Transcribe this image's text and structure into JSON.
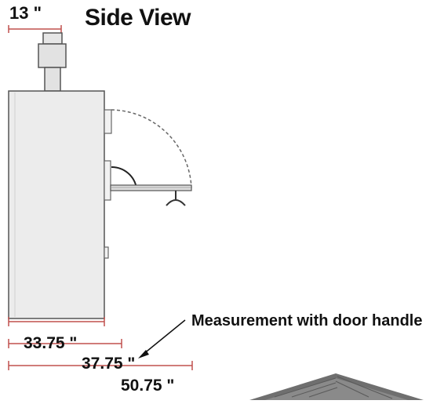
{
  "title": "Side View",
  "dimensions": {
    "top_width": "13 \"",
    "depth_cabinet": "33.75 \"",
    "depth_with_handle": "37.75 \"",
    "depth_door_open": "50.75 \""
  },
  "note": "Measurement with door handle",
  "colors": {
    "dimension_line": "#c0504d",
    "outline": "#555555",
    "cabinet_fill": "#ececec",
    "text": "#111111"
  }
}
